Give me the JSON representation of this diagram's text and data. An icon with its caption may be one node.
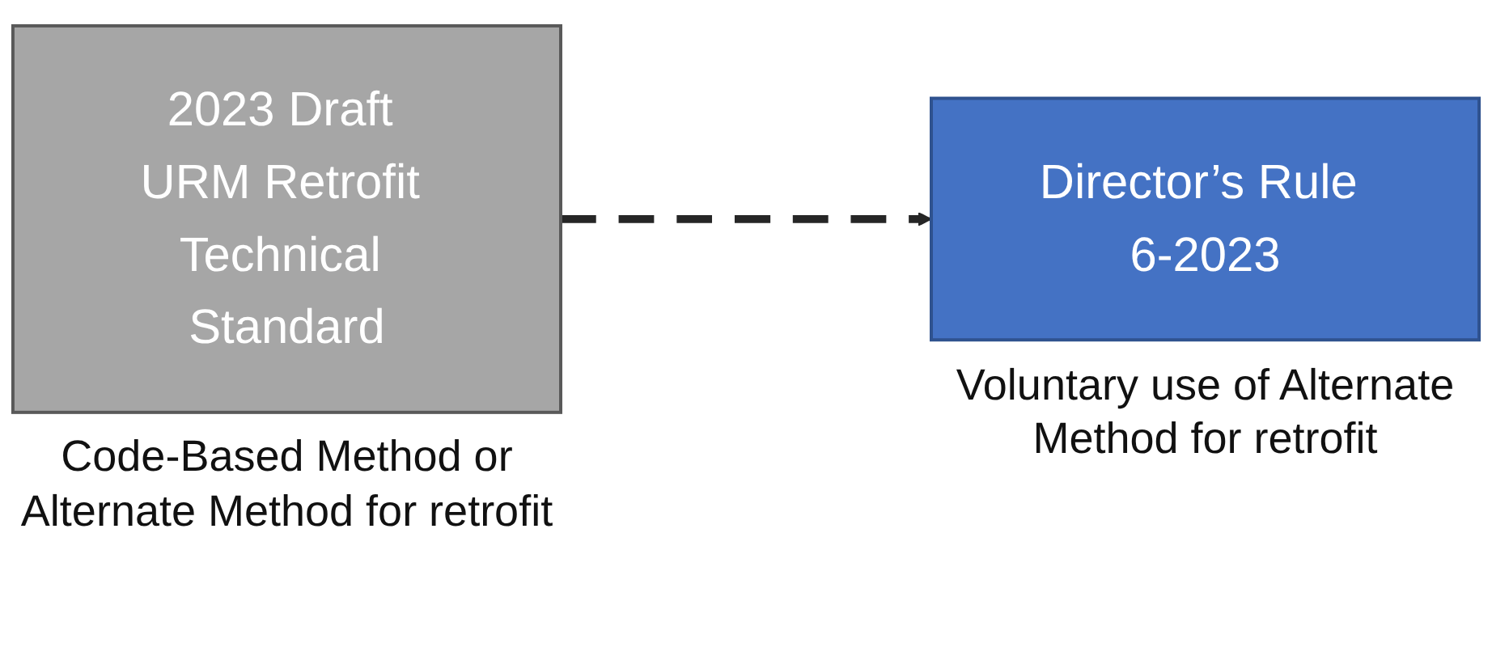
{
  "diagram": {
    "nodes": [
      {
        "text": [
          "2023 Draft URM Retrofit Technical Standard"
        ],
        "beside": [
          "Code-Based Method or Alternate Method for retrofit"
        ]
      },
      {
        "text": [
          "Director’s Rule 6-2023"
        ],
        "beside": [
          "Voluntary use of Alternate Method for retrofit"
        ]
      }
    ],
    "edges": [
      {
        "from": 0,
        "to": 1,
        "arrow": "to",
        "style": "dashed"
      }
    ]
  }
}
